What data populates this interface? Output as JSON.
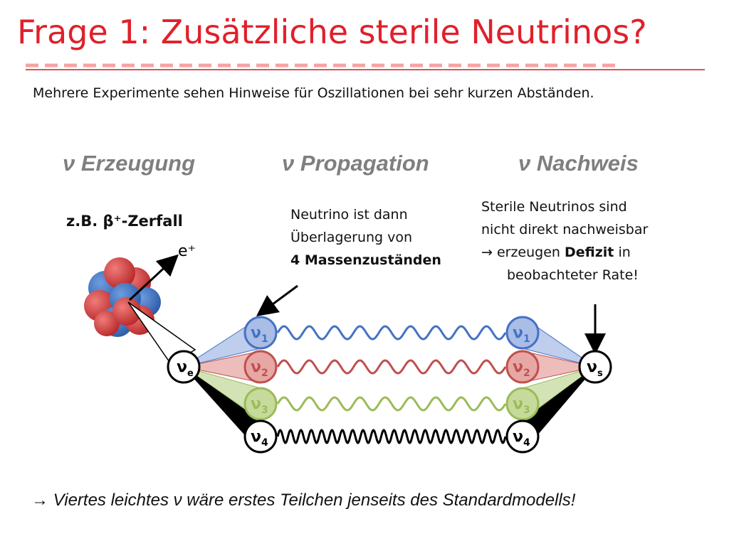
{
  "slide": {
    "title": "Frage 1: Zusätzliche sterile Neutrinos?",
    "intro": "Mehrere Experimente sehen Hinweise für Oszillationen bei sehr kurzen Abständen.",
    "headers": {
      "production": "ν Erzeugung",
      "propagation": "ν Propagation",
      "detection": "ν Nachweis"
    },
    "beta_label": "z.B. β⁺-Zerfall",
    "positron": "e⁺",
    "propagation_note": {
      "line1": "Neutrino ist dann",
      "line2": "Überlagerung von",
      "line3": "4 Massenzuständen"
    },
    "detection_note": {
      "line1": "Sterile Neutrinos sind",
      "line2": "nicht direkt nachweisbar",
      "line3_prefix": "→ erzeugen ",
      "line3_bold": "Defizit",
      "line3_suffix": " in",
      "line4": "beobachteter Rate!"
    },
    "flavor_source": {
      "symbol": "ν",
      "sub": "e"
    },
    "flavor_detect": {
      "symbol": "ν",
      "sub": "s"
    },
    "mass_states": [
      {
        "symbol": "ν",
        "sub": "1",
        "color": "#4472c4",
        "fill": "#a9bde6"
      },
      {
        "symbol": "ν",
        "sub": "2",
        "color": "#c0504d",
        "fill": "#e7a7a5"
      },
      {
        "symbol": "ν",
        "sub": "3",
        "color": "#9bbb59",
        "fill": "#c6da9c"
      },
      {
        "symbol": "ν",
        "sub": "4",
        "color": "#000000",
        "fill": "#ffffff"
      }
    ],
    "conclusion": "→ Viertes leichtes ν wäre erstes Teilchen jenseits des Standardmodells!"
  }
}
